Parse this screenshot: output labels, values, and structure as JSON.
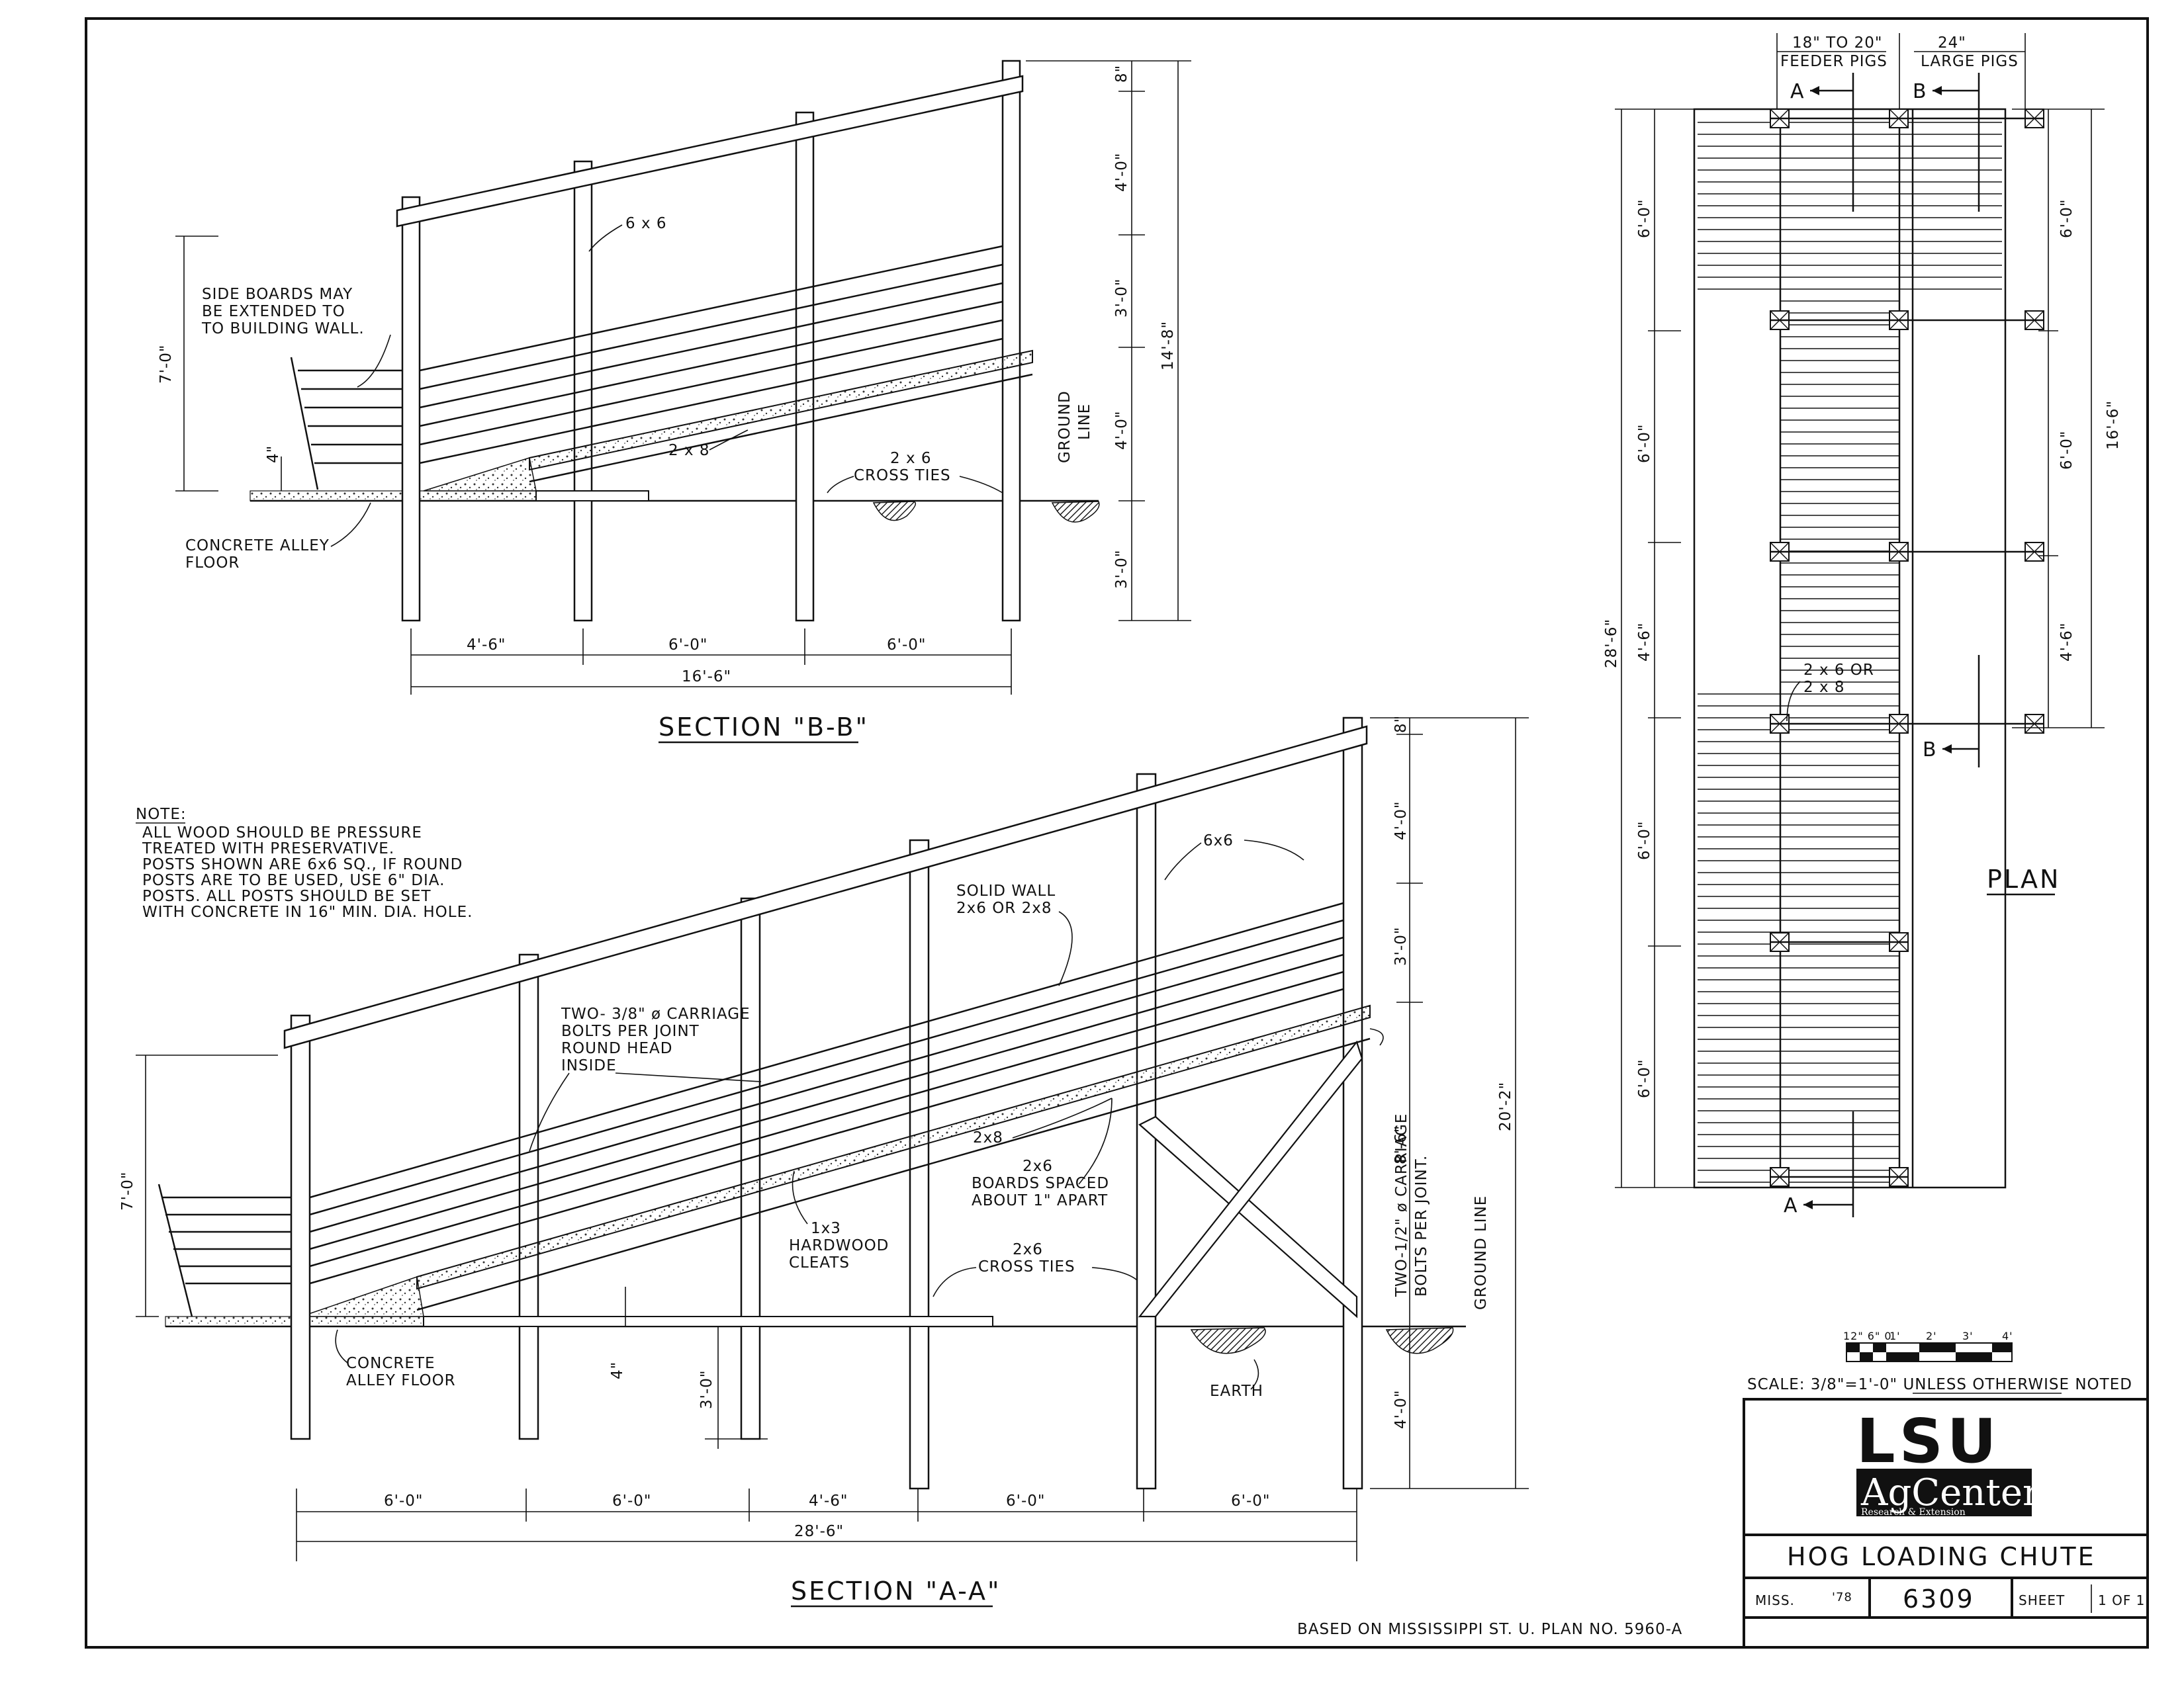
{
  "section_bb": {
    "title": "SECTION \"B-B\"",
    "note_side_boards": [
      "SIDE BOARDS MAY",
      "BE EXTENDED TO",
      "TO BUILDING WALL."
    ],
    "label_post": "6 x 6",
    "label_floor": "2 x 8",
    "label_ties": [
      "2 x 6",
      "CROSS TIES"
    ],
    "label_ground": [
      "GROUND",
      "LINE"
    ],
    "label_concrete": [
      "CONCRETE ALLEY",
      "FLOOR"
    ],
    "dim_height_left": "7'-0\"",
    "dim_4in": "4\"",
    "dims_right": [
      "8\"",
      "4'-0\"",
      "3'-0\"",
      "4'-0\"",
      "3'-0\""
    ],
    "dim_total_height": "14'-8\"",
    "dims_bottom": [
      "4'-6\"",
      "6'-0\"",
      "6'-0\""
    ],
    "dim_total_length": "16'-6\""
  },
  "section_aa": {
    "title": "SECTION \"A-A\"",
    "label_post": "6x6",
    "label_wall": [
      "SOLID WALL",
      "2x6 OR 2x8"
    ],
    "label_bolts": [
      "TWO- 3/8\" ø CARRIAGE",
      "BOLTS PER JOINT",
      "ROUND HEAD",
      "INSIDE"
    ],
    "label_floor": "2x8",
    "label_boards": [
      "2x6",
      "BOARDS SPACED",
      "ABOUT 1\" APART"
    ],
    "label_cleats": [
      "1x3",
      "HARDWOOD",
      "CLEATS"
    ],
    "label_ties": [
      "2x6",
      "CROSS TIES"
    ],
    "label_concrete": [
      "CONCRETE",
      "ALLEY FLOOR"
    ],
    "label_earth": "EARTH",
    "label_bolts_right": [
      "TWO-1/2\" ø CARRIAGE",
      "BOLTS PER JOINT."
    ],
    "label_ground": "GROUND LINE",
    "dim_height_left": "7'-0\"",
    "dim_4in": "4\"",
    "dim_3ft": "3'-0\"",
    "dims_right": [
      "8\"",
      "4'-0\"",
      "3'-0\"",
      "8'-6\"",
      "4'-0\""
    ],
    "dim_total_height": "20'-2\"",
    "dims_bottom": [
      "6'-0\"",
      "6'-0\"",
      "4'-6\"",
      "6'-0\"",
      "6'-0\""
    ],
    "dim_total_length": "28'-6\""
  },
  "note": {
    "heading": "NOTE:",
    "lines": [
      "ALL WOOD SHOULD BE PRESSURE",
      "TREATED WITH PRESERVATIVE.",
      "POSTS SHOWN ARE 6x6 SQ., IF ROUND",
      "POSTS ARE TO BE USED, USE 6\" DIA.",
      "POSTS. ALL POSTS SHOULD BE SET",
      "WITH CONCRETE IN 16\" MIN. DIA. HOLE."
    ]
  },
  "plan": {
    "title": "PLAN",
    "header_feeder": [
      "18\" TO 20\"",
      "FEEDER PIGS"
    ],
    "header_large": [
      "24\"",
      "LARGE PIGS"
    ],
    "mark_a": "A",
    "mark_b": "B",
    "dims_left": [
      "6'-0\"",
      "6'-0\"",
      "4'-6\"",
      "6'-0\"",
      "6'-0\""
    ],
    "dim_left_total": "28'-6\"",
    "dims_right": [
      "6'-0\"",
      "6'-0\"",
      "4'-6\""
    ],
    "dim_right_total": "16'-6\"",
    "label_floor": [
      "2 x 6 OR",
      "2 x 8"
    ]
  },
  "scale": {
    "ticks": [
      "12\" 6\" 0",
      "1'",
      "2'",
      "3'",
      "4'"
    ],
    "text": "SCALE: 3/8\"=1'-0\" UNLESS OTHERWISE NOTED"
  },
  "title_block": {
    "logo_top": "LSU",
    "logo_mid": "AgCenter",
    "logo_sub": "Research & Extension",
    "drawing_title": "HOG LOADING CHUTE",
    "origin": "MISS.",
    "year": "'78",
    "plan_number": "6309",
    "sheet": "SHEET",
    "sheet_of": "1 OF 1"
  },
  "credit": "BASED ON MISSISSIPPI ST. U. PLAN NO. 5960-A"
}
